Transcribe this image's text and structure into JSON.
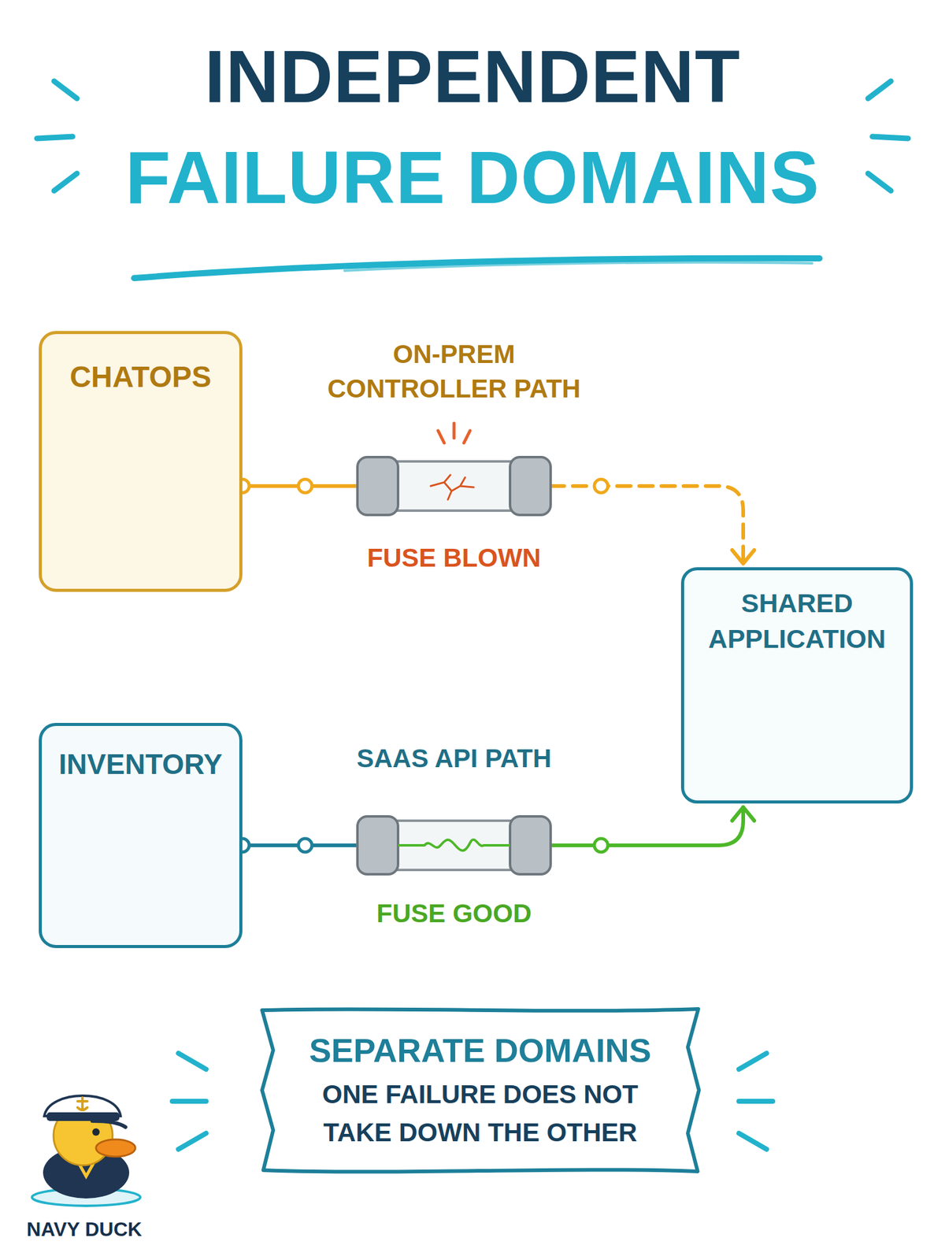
{
  "diagram": {
    "title": "INDEPENDENT FAILURE DOMAINS",
    "nodes": [
      {
        "text": [
          "CHATOPS"
        ]
      },
      {
        "text": [
          "SHARED APPLICATION"
        ]
      },
      {
        "text": [
          "INVENTORY"
        ]
      },
      {
        "text": [
          "SEPARATE DOMAINS",
          "ONE FAILURE DOES NOT TAKE DOWN THE OTHER"
        ]
      }
    ],
    "edges": [
      {
        "from": 0,
        "to": 1,
        "arrow": "to",
        "label": "ON-PREM CONTROLLER PATH"
      },
      {
        "from": 2,
        "to": 1,
        "arrow": "to",
        "label": "SAAS API PATH"
      }
    ],
    "labels": [
      "FUSE BLOWN",
      "FUSE GOOD",
      "NAVY DUCK"
    ]
  }
}
